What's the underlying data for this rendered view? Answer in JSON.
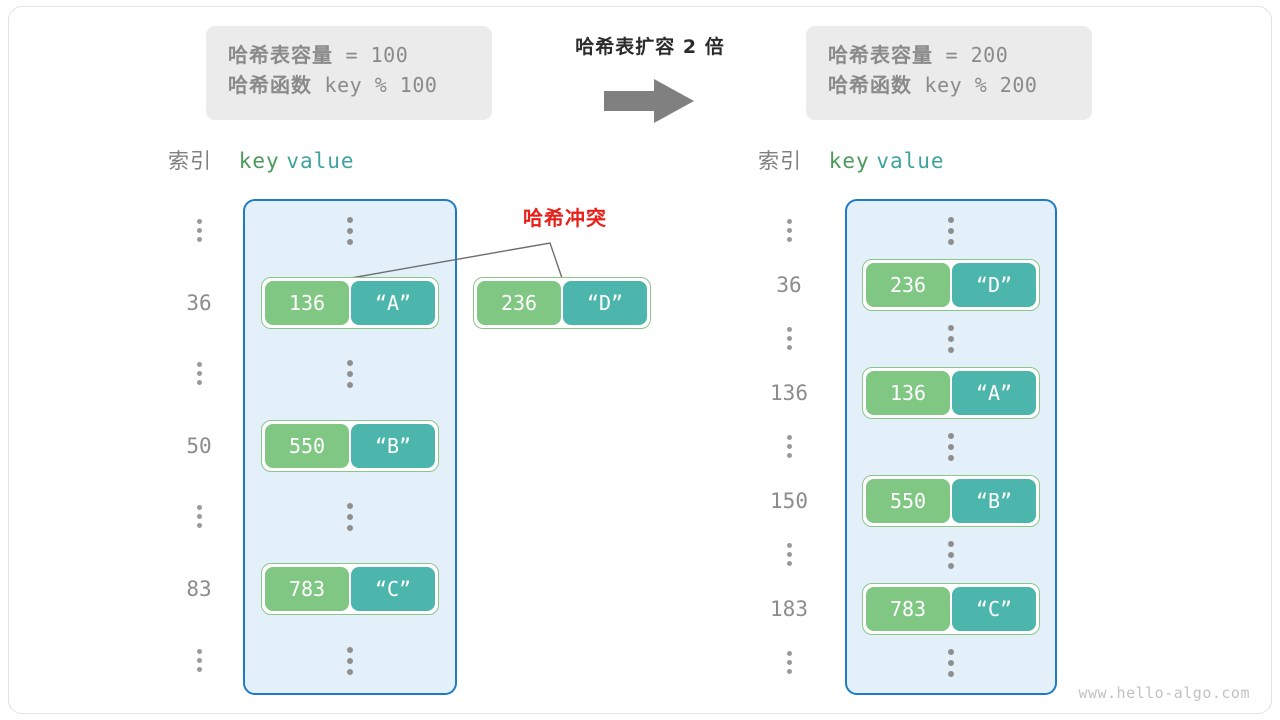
{
  "diagram": {
    "center_title": "哈希表扩容 2 倍",
    "arrow": "right-arrow-icon",
    "collision_label": "哈希冲突",
    "watermark": "www.hello-algo.com",
    "colors": {
      "bucket_border": "#1f7bc4",
      "bucket_fill": "#e3f0fa",
      "key_cell": "#81c784",
      "value_cell": "#4db6ac",
      "pair_border": "#8cc58c",
      "collision_red": "#e8201a",
      "info_box_bg": "#ebebeb",
      "muted_text": "#8a8a8a"
    }
  },
  "info_left": {
    "line1_label": "哈希表容量",
    "line1_value": " = 100",
    "line2_label": "哈希函数",
    "line2_value": " key % 100"
  },
  "info_right": {
    "line1_label": "哈希表容量",
    "line1_value": " = 200",
    "line2_label": "哈希函数",
    "line2_value": " key % 200"
  },
  "headers": {
    "index": "索引",
    "key": "key",
    "value": "value"
  },
  "left_table": {
    "indices": [
      "⋮",
      "36",
      "⋮",
      "50",
      "⋮",
      "83",
      "⋮"
    ],
    "entries": [
      {
        "index": "36",
        "key": "136",
        "value": "“A”"
      },
      {
        "index": "50",
        "key": "550",
        "value": "“B”"
      },
      {
        "index": "83",
        "key": "783",
        "value": "“C”"
      }
    ]
  },
  "detached_entry": {
    "key": "236",
    "value": "“D”"
  },
  "right_table": {
    "indices": [
      "⋮",
      "36",
      "⋮",
      "136",
      "⋮",
      "150",
      "⋮",
      "183",
      "⋮"
    ],
    "entries": [
      {
        "index": "36",
        "key": "236",
        "value": "“D”"
      },
      {
        "index": "136",
        "key": "136",
        "value": "“A”"
      },
      {
        "index": "150",
        "key": "550",
        "value": "“B”"
      },
      {
        "index": "183",
        "key": "783",
        "value": "“C”"
      }
    ]
  }
}
